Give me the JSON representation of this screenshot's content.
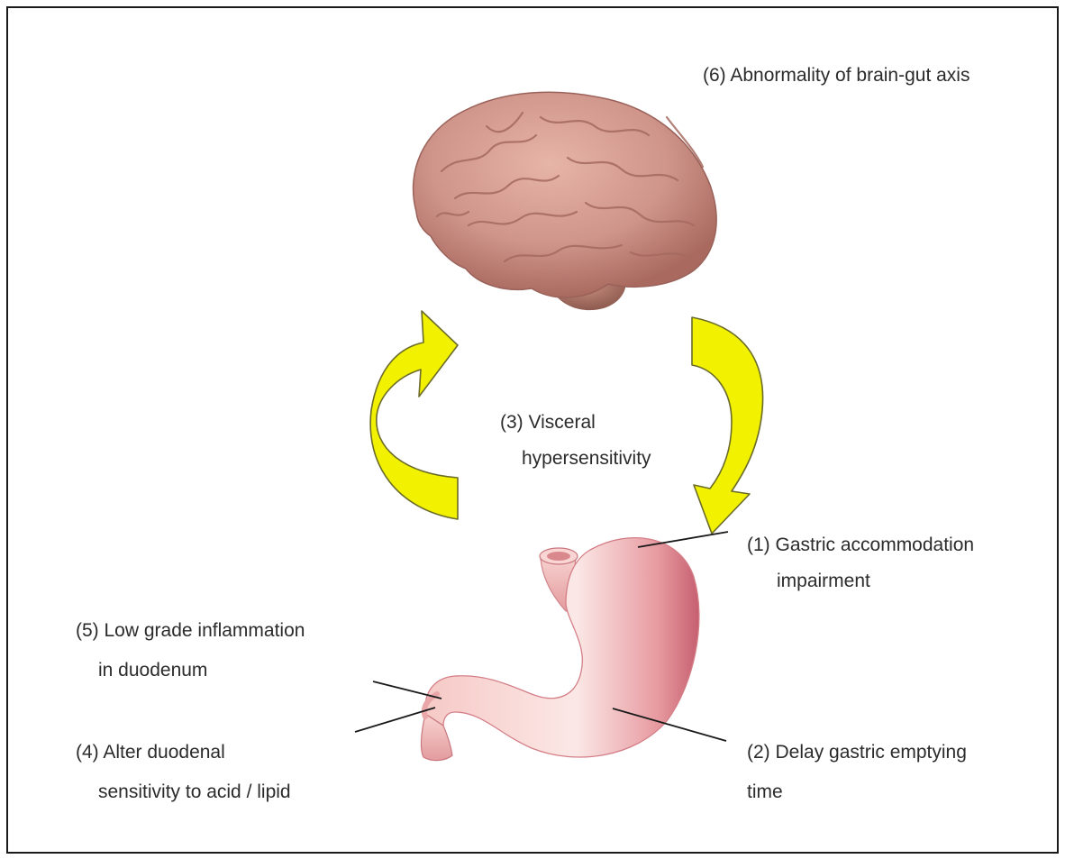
{
  "labels": {
    "axis": "(6) Abnormality of brain-gut axis",
    "visceral_line1": "(3) Visceral",
    "visceral_line2": "hypersensitivity",
    "gastric_accommodation_line1": "(1) Gastric accommodation",
    "gastric_accommodation_line2": "impairment",
    "inflammation_line1": "(5) Low grade inflammation",
    "inflammation_line2": "in duodenum",
    "duodenal_line1": "(4) Alter duodenal",
    "duodenal_line2": "sensitivity to acid / lipid",
    "emptying_line1": "(2) Delay gastric emptying",
    "emptying_line2": "time"
  },
  "colors": {
    "arrow_fill": "#f2f200",
    "arrow_stroke": "#6b6b2a",
    "brain": "#c98f84",
    "stomach": "#f0b8b6",
    "text": "#2b2b2b",
    "frame": "#1a1a1a"
  },
  "icons": {
    "brain": "brain-illustration",
    "stomach": "stomach-illustration",
    "left_arrow": "curved-arrow-up",
    "right_arrow": "curved-arrow-down"
  }
}
